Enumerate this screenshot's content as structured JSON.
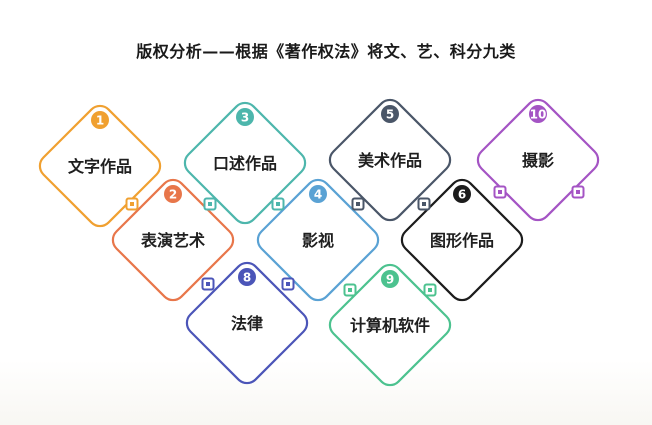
{
  "title": "版权分析——根据《著作权法》将文、艺、科分九类",
  "cards": [
    {
      "number": "1",
      "label": "文字作品",
      "color": "#f0a030"
    },
    {
      "number": "2",
      "label": "表演艺术",
      "color": "#e8764a"
    },
    {
      "number": "3",
      "label": "口述作品",
      "color": "#4db6ac"
    },
    {
      "number": "4",
      "label": "影视",
      "color": "#5aa2d4"
    },
    {
      "number": "5",
      "label": "美术作品",
      "color": "#4a5668"
    },
    {
      "number": "6",
      "label": "图形作品",
      "color": "#1c1c1c"
    },
    {
      "number": "8",
      "label": "法律",
      "color": "#4b55b8"
    },
    {
      "number": "9",
      "label": "计算机软件",
      "color": "#4cc28f"
    },
    {
      "number": "10",
      "label": "摄影",
      "color": "#a454c4"
    }
  ]
}
